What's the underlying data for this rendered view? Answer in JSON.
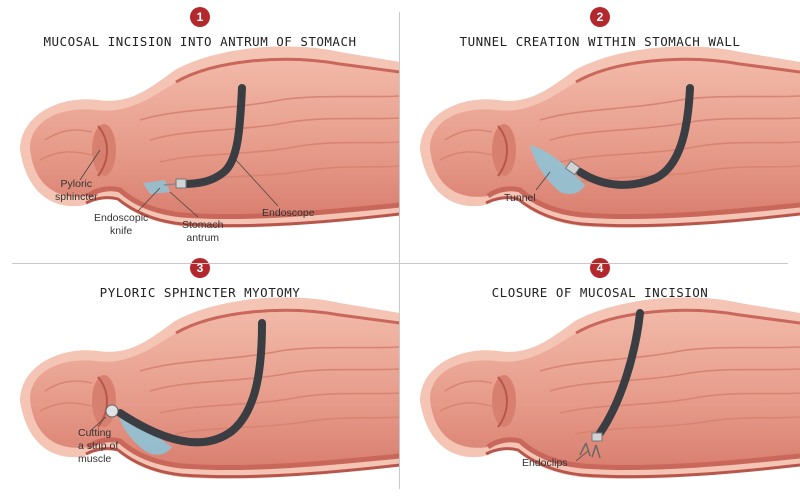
{
  "panels": [
    {
      "number": "1",
      "title": "MUCOSAL INCISION INTO ANTRUM OF STOMACH",
      "labels": {
        "pyloric": "Pyloric\nsphincter",
        "knife": "Endoscopic\nknife",
        "antrum": "Stomach\nantrum",
        "endoscope": "Endoscope"
      }
    },
    {
      "number": "2",
      "title": "TUNNEL CREATION WITHIN STOMACH WALL",
      "labels": {
        "tunnel": "Tunnel"
      }
    },
    {
      "number": "3",
      "title": "PYLORIC SPHINCTER MYOTOMY",
      "labels": {
        "cutting": "Cutting\na strip of\nmuscle"
      }
    },
    {
      "number": "4",
      "title": "CLOSURE OF MUCOSAL INCISION",
      "labels": {
        "endoclips": "Endoclips"
      }
    }
  ],
  "colors": {
    "badge": "#b3282d",
    "tissue": "#e9a293",
    "wall": "#c9675b",
    "endoscope": "#3a3d42",
    "tunnel": "#8ec3d6"
  }
}
